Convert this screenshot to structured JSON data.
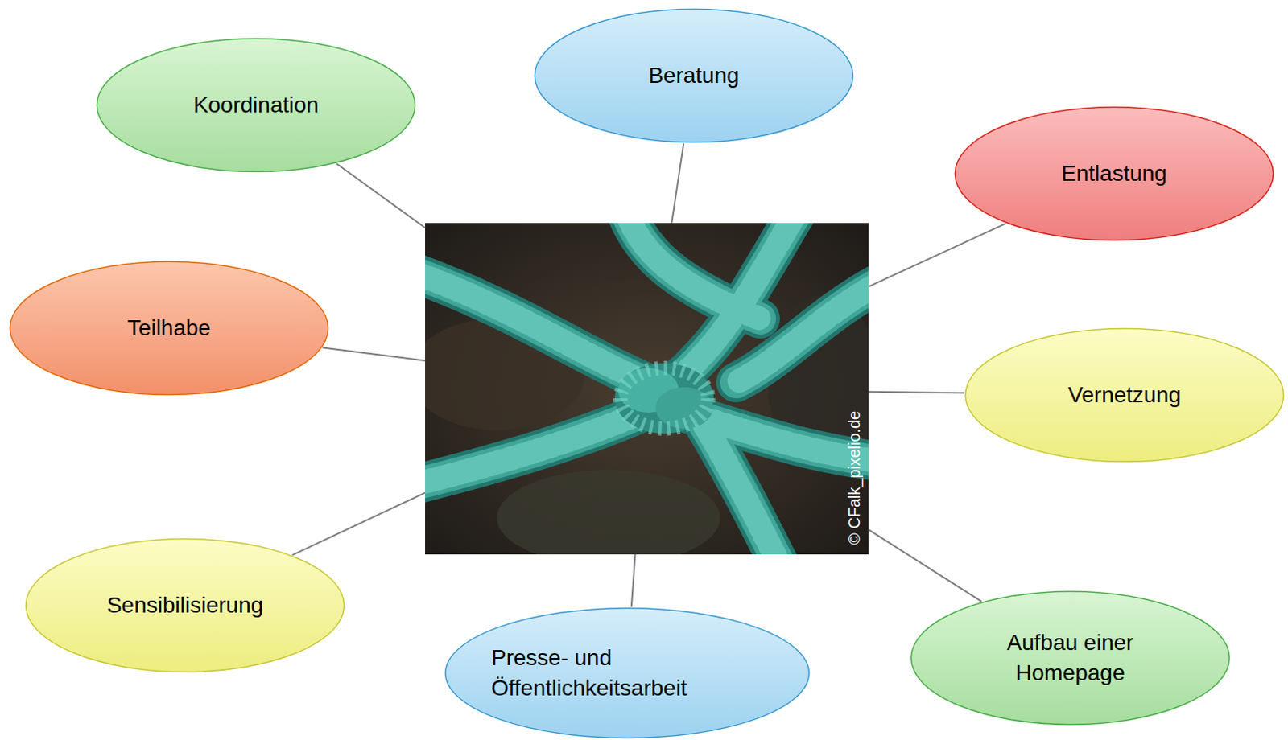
{
  "diagram": {
    "nodes": [
      {
        "text": [
          "Koordination"
        ]
      },
      {
        "text": [
          "Beratung"
        ]
      },
      {
        "text": [
          "Entlastung"
        ]
      },
      {
        "text": [
          "Teilhabe"
        ]
      },
      {
        "text": [
          "© CFalk_pixelio.de"
        ]
      },
      {
        "text": [
          "Vernetzung"
        ]
      },
      {
        "text": [
          "Sensibilisierung"
        ]
      },
      {
        "text": [
          "Presse- und Öffentlichkeitsarbeit"
        ]
      },
      {
        "text": [
          "Aufbau einer Homepage"
        ]
      }
    ],
    "edges": [
      {
        "from": 0,
        "to": 4,
        "arrow": "none"
      },
      {
        "from": 1,
        "to": 4,
        "arrow": "none"
      },
      {
        "from": 2,
        "to": 4,
        "arrow": "none"
      },
      {
        "from": 3,
        "to": 4,
        "arrow": "none"
      },
      {
        "from": 5,
        "to": 4,
        "arrow": "none"
      },
      {
        "from": 6,
        "to": 4,
        "arrow": "none"
      },
      {
        "from": 7,
        "to": 4,
        "arrow": "none"
      },
      {
        "from": 8,
        "to": 4,
        "arrow": "none"
      }
    ]
  }
}
